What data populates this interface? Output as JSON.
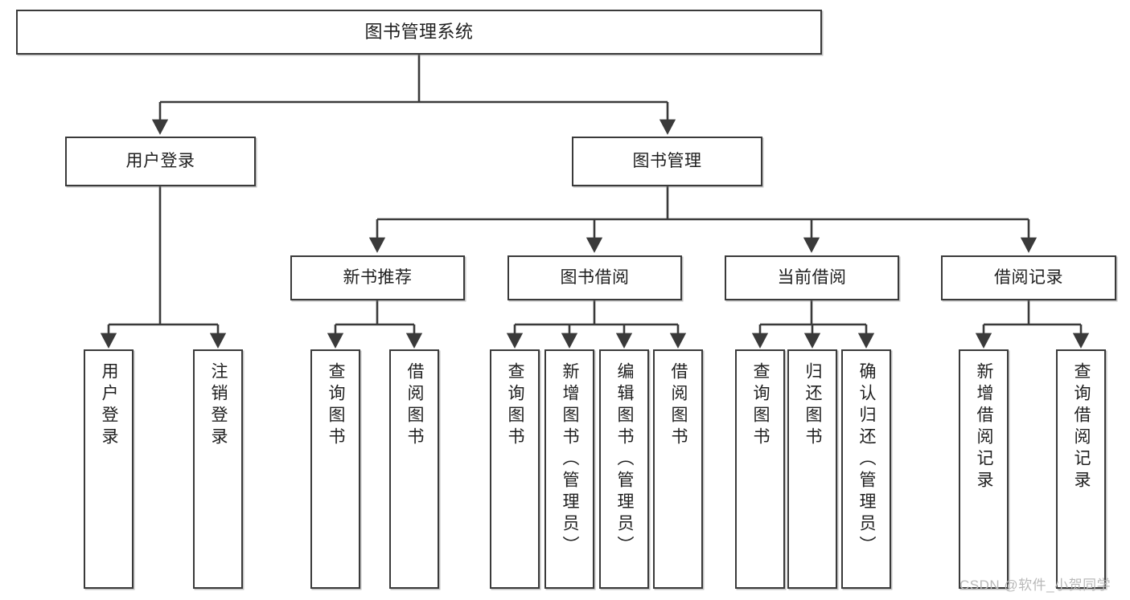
{
  "diagram": {
    "title": "图书管理系统",
    "type": "tree-hierarchy-diagram",
    "stroke_color": "#3a3a3a",
    "text_color": "#1f1f1f",
    "background": "#ffffff",
    "root": {
      "label": "图书管理系统"
    },
    "level2": [
      {
        "label": "用户登录"
      },
      {
        "label": "图书管理"
      }
    ],
    "level3": [
      {
        "label": "新书推荐"
      },
      {
        "label": "图书借阅"
      },
      {
        "label": "当前借阅"
      },
      {
        "label": "借阅记录"
      }
    ],
    "leaves": {
      "user_login": [
        {
          "label": "用户登录"
        },
        {
          "label": "注销登录"
        }
      ],
      "new_book": [
        {
          "label": "查询图书"
        },
        {
          "label": "借阅图书"
        }
      ],
      "book_borrow": [
        {
          "label": "查询图书"
        },
        {
          "label": "新增图书（管理员）"
        },
        {
          "label": "编辑图书（管理员）"
        },
        {
          "label": "借阅图书"
        }
      ],
      "current_borrow": [
        {
          "label": "查询图书"
        },
        {
          "label": "归还图书"
        },
        {
          "label": "确认归还（管理员）"
        }
      ],
      "borrow_record": [
        {
          "label": "新增借阅记录"
        },
        {
          "label": "查询借阅记录"
        }
      ]
    }
  },
  "watermark": {
    "text": "CSDN @软件_小贺同学"
  }
}
